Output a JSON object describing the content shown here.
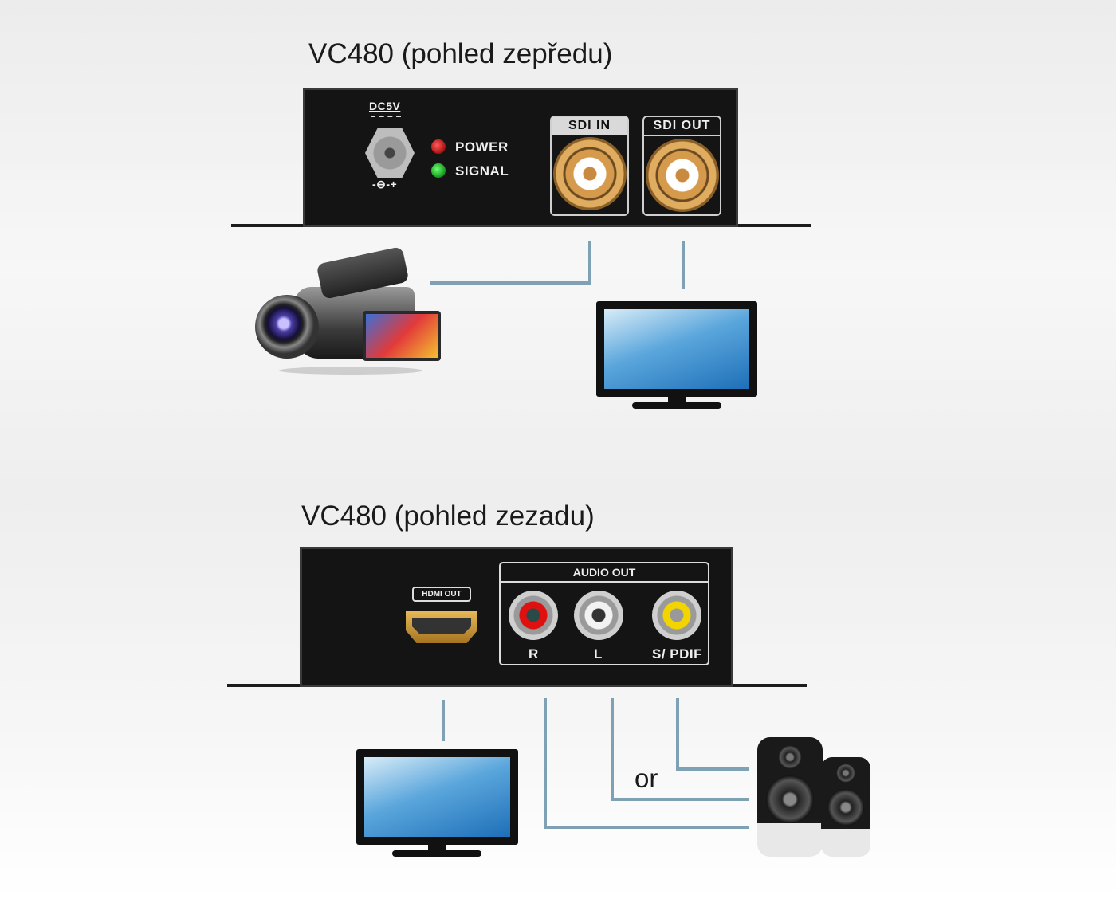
{
  "front": {
    "title": "VC480 (pohled zepředu)",
    "dc_label": "DC5V",
    "polarity": "-⊖-+",
    "leds": [
      {
        "label": "POWER",
        "color": "#b51a1a"
      },
      {
        "label": "SIGNAL",
        "color": "#1fa52a"
      }
    ],
    "ports": [
      {
        "label": "SDI IN"
      },
      {
        "label": "SDI OUT"
      }
    ]
  },
  "rear": {
    "title": "VC480 (pohled zezadu)",
    "hdmi_label": "HDMI OUT",
    "audio_label": "AUDIO OUT",
    "audio_ports": [
      {
        "label": "R",
        "color": "#e01010"
      },
      {
        "label": "L",
        "color": "#f2f2f2"
      },
      {
        "label": "S/ PDIF",
        "color": "#f2d500"
      }
    ],
    "or_label": "or"
  },
  "colors": {
    "connector_line": "#7fa1b4",
    "panel": "#141414"
  }
}
